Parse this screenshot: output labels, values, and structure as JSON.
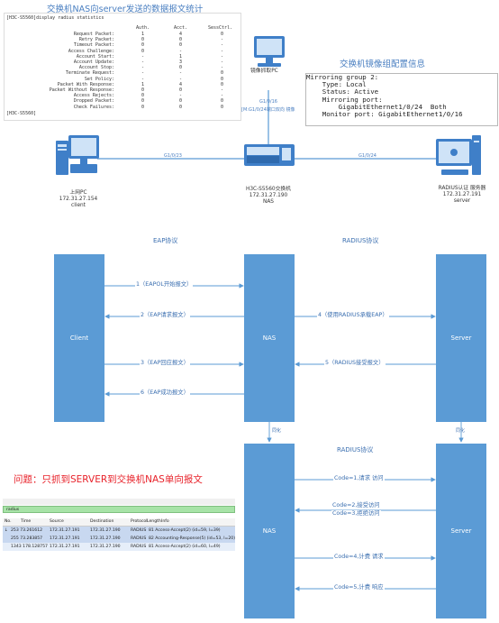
{
  "top_title": "交换机NAS向server发送的数据报文统计",
  "stats": {
    "command": "[H3C-S5560]display radius statistics",
    "headers": [
      "Auth.",
      "Acct.",
      "SessCtrl."
    ],
    "rows": [
      {
        "label": "Request Packet:",
        "auth": "1",
        "acct": "4",
        "sess": "0"
      },
      {
        "label": "Retry Packet:",
        "auth": "0",
        "acct": "0",
        "sess": "-"
      },
      {
        "label": "Timeout Packet:",
        "auth": "0",
        "acct": "0",
        "sess": "-"
      },
      {
        "label": "Access Challenge:",
        "auth": "0",
        "acct": "-",
        "sess": "-"
      },
      {
        "label": "Account Start:",
        "auth": "-",
        "acct": "1",
        "sess": "-"
      },
      {
        "label": "Account Update:",
        "auth": "-",
        "acct": "3",
        "sess": "-"
      },
      {
        "label": "Account Stop:",
        "auth": "-",
        "acct": "0",
        "sess": "-"
      },
      {
        "label": "Terminate Request:",
        "auth": "-",
        "acct": "-",
        "sess": "0"
      },
      {
        "label": "Set Policy:",
        "auth": "-",
        "acct": "-",
        "sess": "0"
      },
      {
        "label": "Packet With Response:",
        "auth": "1",
        "acct": "4",
        "sess": "0"
      },
      {
        "label": "Packet Without Response:",
        "auth": "0",
        "acct": "0",
        "sess": "-"
      },
      {
        "label": "Access Rejects:",
        "auth": "0",
        "acct": "-",
        "sess": "-"
      },
      {
        "label": "Dropped Packet:",
        "auth": "0",
        "acct": "0",
        "sess": "0"
      },
      {
        "label": "Check Failures:",
        "auth": "0",
        "acct": "0",
        "sess": "0"
      }
    ],
    "prompt": "[H3C-S5560]"
  },
  "mirror_title": "交换机镜像组配置信息",
  "mirror_text": "Mirroring group 2:\n    Type: Local\n    Status: Active\n    Mirroring port:\n        GigabitEthernet1/0/24  Both\n    Monitor port: GigabitEthernet1/0/16",
  "topology": {
    "capture_pc": "镜像抓取PC",
    "link_capture_1": "G1/0/16",
    "link_capture_2": "[M:G1/0/24端口双向 镜像",
    "link_left": "G1/0/23",
    "link_right": "G1/0/24",
    "client_name": "上网PC",
    "client_ip": "172.31.27.154",
    "client_role": "client",
    "switch_name": "H3C-S5560交换机",
    "switch_ip": "172.31.27.190",
    "switch_role": "NAS",
    "server_name": "RADIUS认证 服务器",
    "server_ip": "172.31.27.191",
    "server_role": "server"
  },
  "flow1": {
    "eap_title": "EAP协议",
    "radius_title": "RADIUS协议",
    "client": "Client",
    "nas": "NAS",
    "server": "Server",
    "m1": "1（EAPOL开始报文）",
    "m2": "2（EAP请求报文）",
    "m3": "3（EAP回应报文）",
    "m4": "4（使用RADIUS承载EAP）",
    "m5": "5（RADIUS接受报文）",
    "m6": "6（EAP成功报文）",
    "sync_left": "同化",
    "sync_right": "同化"
  },
  "flow2": {
    "radius_title": "RADIUS协议",
    "nas": "NAS",
    "server": "Server",
    "c1": "Code=1,请求 访问",
    "c2a": "Code=2,接受访问",
    "c2b": "Code=3,拒绝访问",
    "c4": "Code=4,计费 请求",
    "c5": "Code=5,计费 响应"
  },
  "problem_text": "问题：只抓到SERVER到交换机NAS单向报文",
  "capture": {
    "filter": "radius",
    "columns": [
      "No.",
      "Time",
      "Source",
      "Destination",
      "Protocol",
      "Length",
      "Info"
    ],
    "rows": [
      [
        "↓",
        "253 73.261612",
        "172.31.27.191",
        "172.31.27.190",
        "RADIUS",
        "",
        "81 Access-Accept(2) (id=59, l=39)"
      ],
      [
        "",
        "255 73.283857",
        "172.31.27.191",
        "172.31.27.190",
        "RADIUS",
        "",
        "82 Accounting-Response(5) (id=53, l=20)"
      ],
      [
        "",
        "1343 178.128757",
        "172.31.27.191",
        "172.31.27.190",
        "RADIUS",
        "",
        "81 Access-Accept(2) (id=60, l=49)"
      ]
    ]
  },
  "colors": {
    "lane": "#5b9bd5",
    "accent": "#3b6fb0",
    "problem": "#e8222a",
    "filter": "#a7e3a7",
    "row_selected": "#c8d8f0"
  }
}
